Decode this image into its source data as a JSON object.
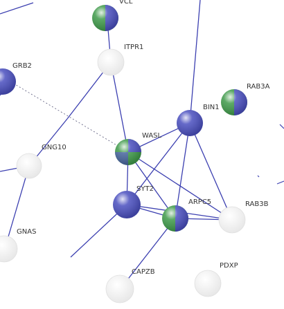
{
  "network": {
    "colors": {
      "edge": "#3b3fb0",
      "edge_faint": "#555577",
      "node_blue": "#4a4fbf",
      "node_green": "#3f9a4a",
      "node_white": "#f4f4f4"
    },
    "nodes": [
      {
        "id": "VCL",
        "label": "VCL",
        "fill": "bluegreen"
      },
      {
        "id": "ITPR1",
        "label": "ITPR1",
        "fill": "white"
      },
      {
        "id": "GRB2",
        "label": "GRB2",
        "fill": "blue"
      },
      {
        "id": "RAB3A",
        "label": "RAB3A",
        "fill": "bluegreen"
      },
      {
        "id": "BIN1",
        "label": "BIN1",
        "fill": "blue"
      },
      {
        "id": "WASL",
        "label": "WASL",
        "fill": "bluegreen"
      },
      {
        "id": "GNG10",
        "label": "GNG10",
        "fill": "white"
      },
      {
        "id": "SYT2",
        "label": "SYT2",
        "fill": "blue"
      },
      {
        "id": "ARPC5",
        "label": "ARPC5",
        "fill": "bluegreen"
      },
      {
        "id": "RAB3B",
        "label": "RAB3B",
        "fill": "white"
      },
      {
        "id": "GNAS",
        "label": "GNAS",
        "fill": "white"
      },
      {
        "id": "CAPZB",
        "label": "CAPZB",
        "fill": "white"
      },
      {
        "id": "PDXP",
        "label": "PDXP",
        "fill": "white"
      }
    ]
  }
}
